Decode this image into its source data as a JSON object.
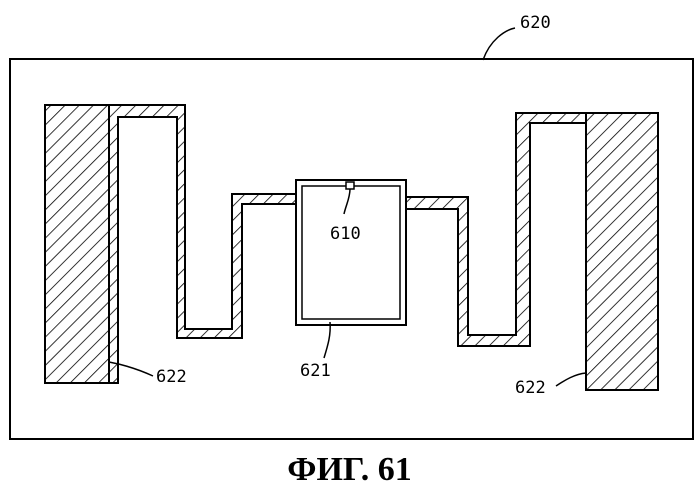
{
  "figure": {
    "caption": "ФИГ. 61",
    "labels": {
      "substrate": "620",
      "chip": "610",
      "loop": "621",
      "antenna_left": "622",
      "antenna_right": "622"
    }
  },
  "colors": {
    "line": "#000000",
    "background": "#ffffff"
  }
}
